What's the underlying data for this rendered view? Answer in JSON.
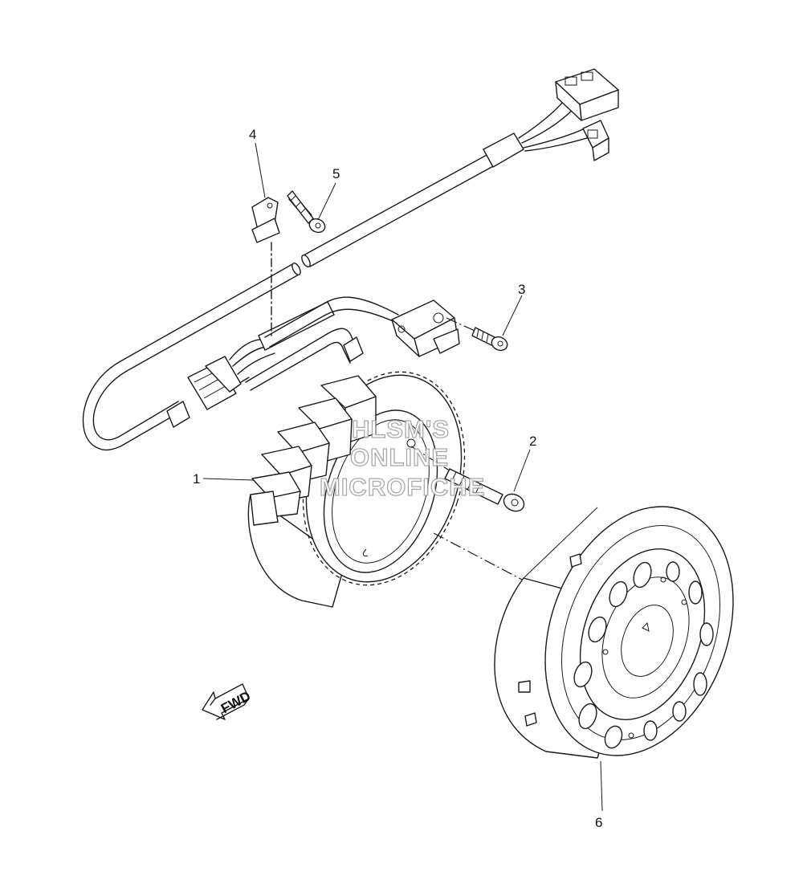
{
  "callouts": [
    {
      "id": "1",
      "label": "1"
    },
    {
      "id": "2",
      "label": "2"
    },
    {
      "id": "3",
      "label": "3"
    },
    {
      "id": "4",
      "label": "4"
    },
    {
      "id": "5",
      "label": "5"
    },
    {
      "id": "6",
      "label": "6"
    }
  ],
  "fwd_label": "FWD",
  "watermark": [
    "HLSM'S",
    "ONLINE",
    "MICROFICHE"
  ]
}
